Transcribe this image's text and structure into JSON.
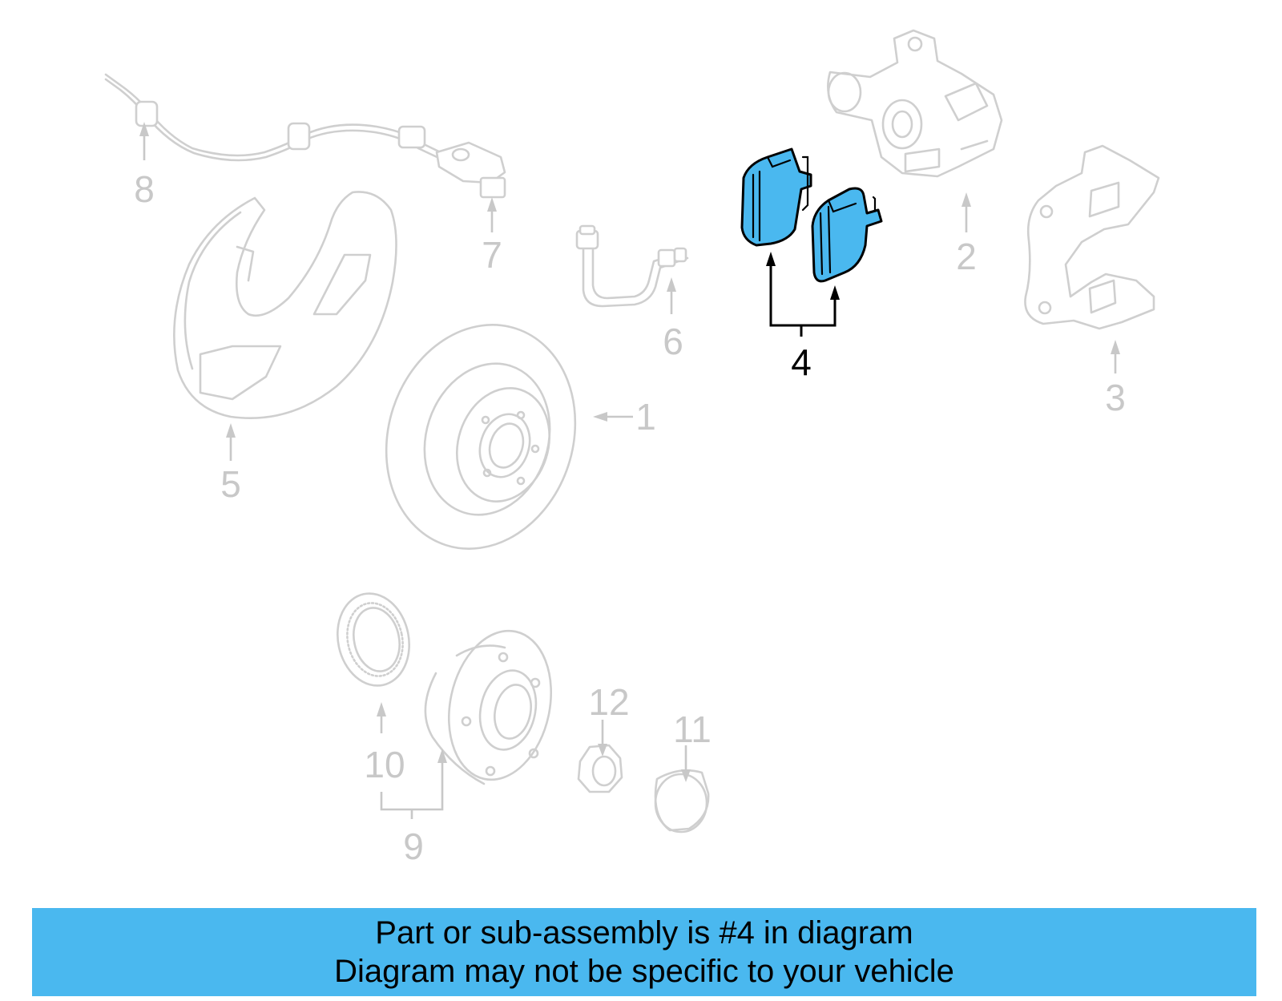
{
  "diagram": {
    "highlight_color": "#4ab8ef",
    "callouts": {
      "c1": "1",
      "c2": "2",
      "c3": "3",
      "c4": "4",
      "c5": "5",
      "c6": "6",
      "c7": "7",
      "c8": "8",
      "c9": "9",
      "c10": "10",
      "c11": "11",
      "c12": "12"
    },
    "highlighted_callout": "4"
  },
  "banner": {
    "line1": "Part or sub-assembly is #4 in diagram",
    "line2": "Diagram may not be specific to your vehicle",
    "background_color": "#4ab8ef"
  }
}
